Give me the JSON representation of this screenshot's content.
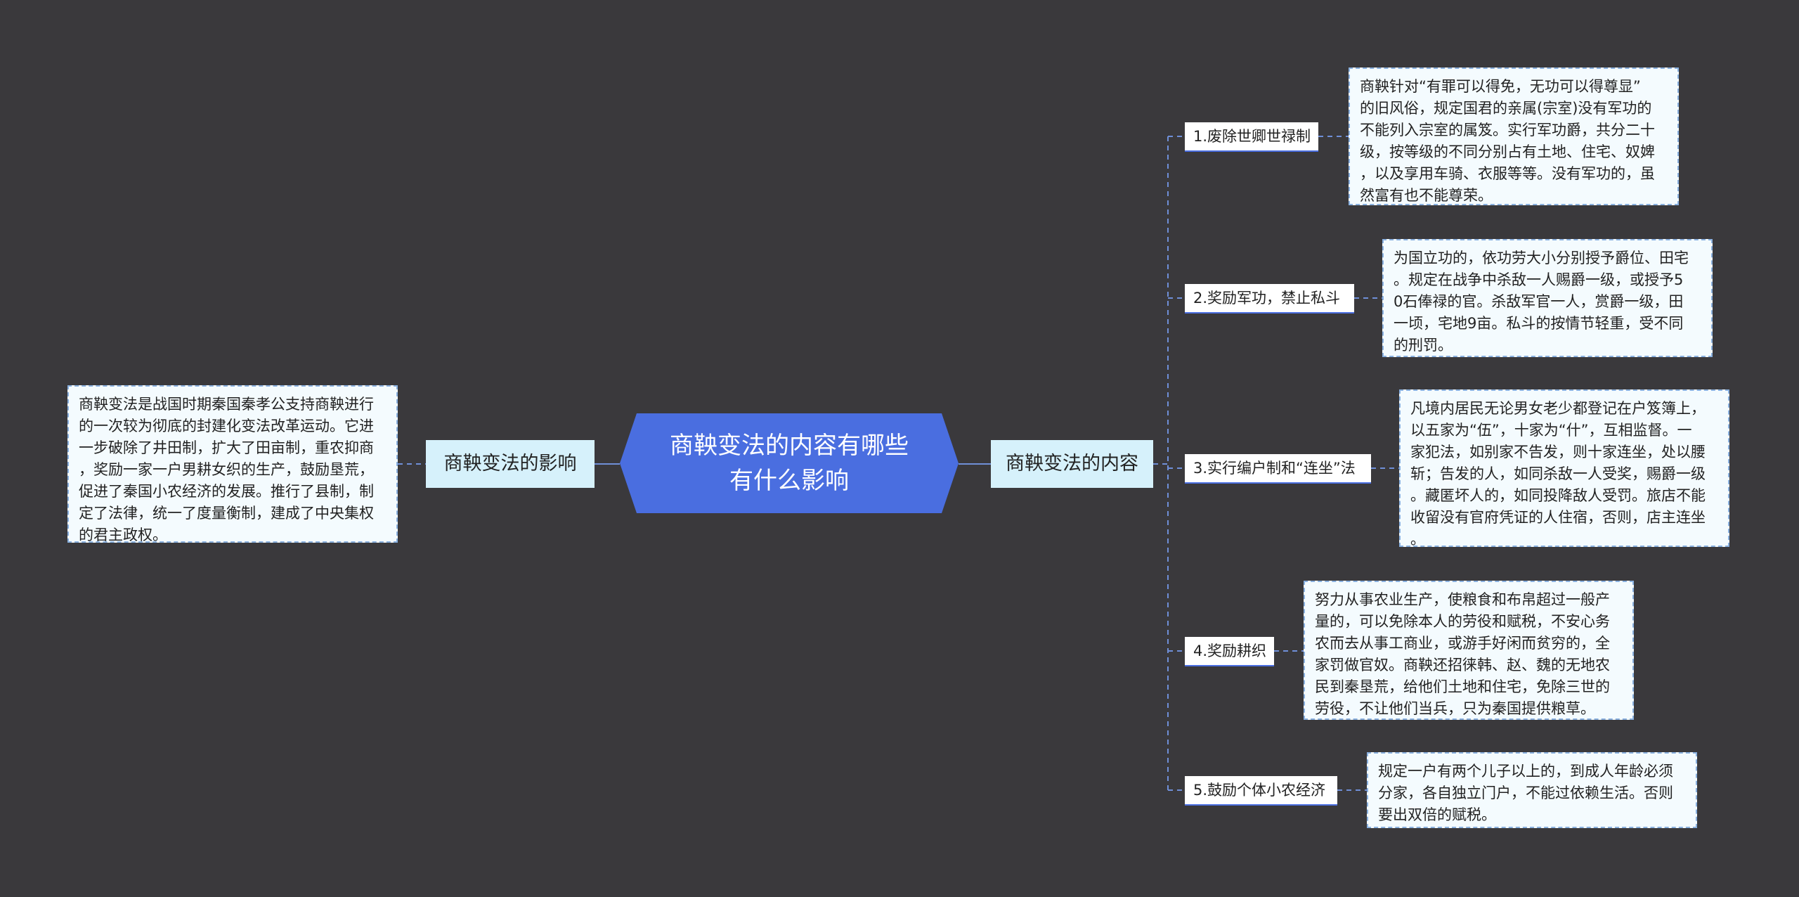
{
  "root": {
    "title": "商鞅变法的内容有哪些 有什么影响"
  },
  "left": {
    "label": "商鞅变法的影响",
    "note": "商鞅变法是战国时期秦国秦孝公支持商鞅进行\n的一次较为彻底的封建化变法改革运动。它进\n一步破除了井田制，扩大了田亩制，重农抑商\n，奖励一家一户男耕女织的生产，鼓励垦荒，\n促进了秦国小农经济的发展。推行了县制，制\n定了法律，统一了度量衡制，建成了中央集权\n的君主政权。"
  },
  "right": {
    "label": "商鞅变法的内容",
    "items": [
      {
        "label": "1.废除世卿世禄制",
        "note": "商鞅针对“有罪可以得免，无功可以得尊显”\n的旧风俗，规定国君的亲属(宗室)没有军功的\n不能列入宗室的属笈。实行军功爵，共分二十\n级，按等级的不同分别占有土地、住宅、奴婢\n，以及享用车骑、衣服等等。没有军功的，虽\n然富有也不能尊荣。"
      },
      {
        "label": "2.奖励军功，禁止私斗",
        "note": "为国立功的，依功劳大小分别授予爵位、田宅\n。规定在战争中杀敌一人赐爵一级，或授予5\n0石俸禄的官。杀敌军官一人，赏爵一级，田\n一顷，宅地9亩。私斗的按情节轻重，受不同\n的刑罚。"
      },
      {
        "label": "3.实行编户制和“连坐”法",
        "note": "凡境内居民无论男女老少都登记在户笈簿上，\n以五家为“伍”，十家为“什”，互相监督。一\n家犯法，如别家不告发，则十家连坐，处以腰\n斩；告发的人，如同杀敌一人受奖，赐爵一级\n。藏匿坏人的，如同投降敌人受罚。旅店不能\n收留没有官府凭证的人住宿，否则，店主连坐\n。"
      },
      {
        "label": "4.奖励耕织",
        "note": "努力从事农业生产，使粮食和布帛超过一般产\n量的，可以免除本人的劳役和赋税，不安心务\n农而去从事工商业，或游手好闲而贫穷的，全\n家罚做官奴。商鞅还招徕韩、赵、魏的无地农\n民到秦垦荒，给他们土地和住宅，免除三世的\n劳役，不让他们当兵，只为秦国提供粮草。"
      },
      {
        "label": "5.鼓励个体小农经济",
        "note": "规定一户有两个儿子以上的，到成人年龄必须\n分家，各自独立门户，不能过依赖生活。否则\n要出双倍的赋税。"
      }
    ]
  },
  "colors": {
    "background": "#3a393c",
    "root": "#4a6ee0",
    "branch": "#d6f1fb",
    "link": "#6f8fd8"
  }
}
